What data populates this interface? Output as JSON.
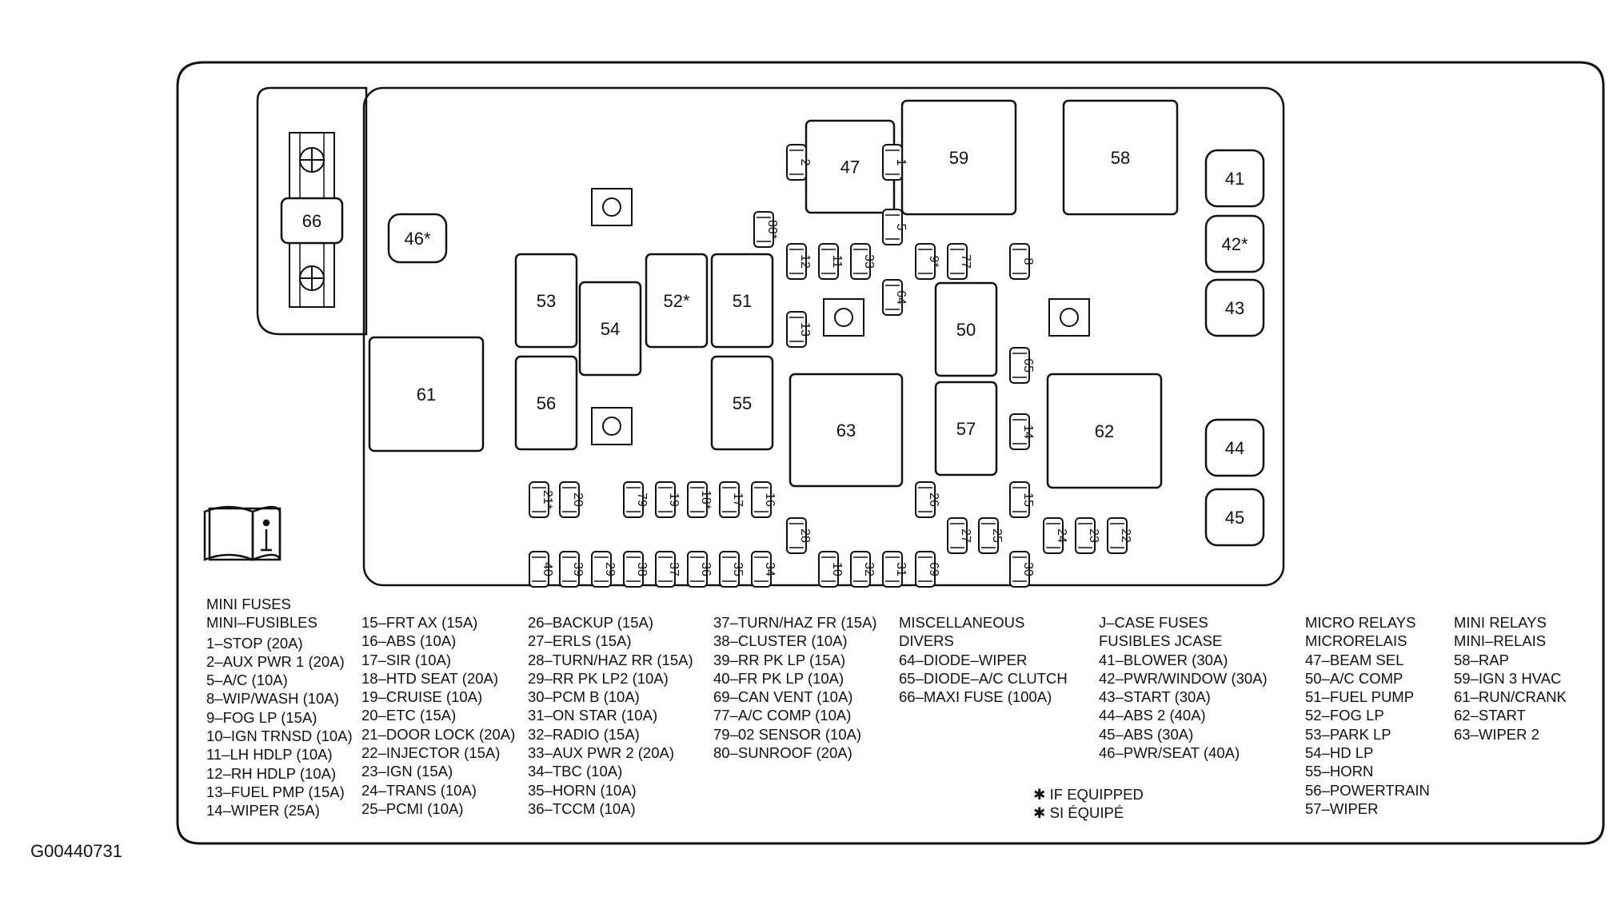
{
  "figure_id": "G00440731",
  "symbols": {
    "manual": "owner-manual-info-icon",
    "star": "✱"
  },
  "maxi_fuse": "66",
  "relays": [
    {
      "id": "47",
      "label": "47"
    },
    {
      "id": "59",
      "label": "59"
    },
    {
      "id": "58",
      "label": "58"
    },
    {
      "id": "41",
      "label": "41"
    },
    {
      "id": "42",
      "label": "42*"
    },
    {
      "id": "43",
      "label": "43"
    },
    {
      "id": "44",
      "label": "44"
    },
    {
      "id": "45",
      "label": "45"
    },
    {
      "id": "46",
      "label": "46*"
    },
    {
      "id": "53",
      "label": "53"
    },
    {
      "id": "54",
      "label": "54"
    },
    {
      "id": "52",
      "label": "52*"
    },
    {
      "id": "51",
      "label": "51"
    },
    {
      "id": "50",
      "label": "50"
    },
    {
      "id": "61",
      "label": "61"
    },
    {
      "id": "56",
      "label": "56"
    },
    {
      "id": "55",
      "label": "55"
    },
    {
      "id": "63",
      "label": "63"
    },
    {
      "id": "57",
      "label": "57"
    },
    {
      "id": "62",
      "label": "62"
    }
  ],
  "fuses": [
    {
      "id": "2",
      "label": "2"
    },
    {
      "id": "1",
      "label": "1"
    },
    {
      "id": "80",
      "label": "80*"
    },
    {
      "id": "5",
      "label": "5"
    },
    {
      "id": "12",
      "label": "12"
    },
    {
      "id": "11",
      "label": "11"
    },
    {
      "id": "33",
      "label": "33"
    },
    {
      "id": "9",
      "label": "9*"
    },
    {
      "id": "77",
      "label": "77"
    },
    {
      "id": "8",
      "label": "8"
    },
    {
      "id": "64",
      "label": "64"
    },
    {
      "id": "13",
      "label": "13"
    },
    {
      "id": "65",
      "label": "65"
    },
    {
      "id": "14",
      "label": "14"
    },
    {
      "id": "21",
      "label": "21*"
    },
    {
      "id": "20",
      "label": "20"
    },
    {
      "id": "79",
      "label": "79"
    },
    {
      "id": "19",
      "label": "19"
    },
    {
      "id": "18",
      "label": "18*"
    },
    {
      "id": "17",
      "label": "17"
    },
    {
      "id": "16",
      "label": "16"
    },
    {
      "id": "26",
      "label": "26"
    },
    {
      "id": "15",
      "label": "15"
    },
    {
      "id": "28",
      "label": "28"
    },
    {
      "id": "27",
      "label": "27"
    },
    {
      "id": "25",
      "label": "25"
    },
    {
      "id": "24",
      "label": "24"
    },
    {
      "id": "23",
      "label": "23"
    },
    {
      "id": "22",
      "label": "22"
    },
    {
      "id": "40",
      "label": "40"
    },
    {
      "id": "39",
      "label": "39"
    },
    {
      "id": "29",
      "label": "29"
    },
    {
      "id": "38",
      "label": "38"
    },
    {
      "id": "37",
      "label": "37"
    },
    {
      "id": "36",
      "label": "36"
    },
    {
      "id": "35",
      "label": "35"
    },
    {
      "id": "34",
      "label": "34"
    },
    {
      "id": "10",
      "label": "10"
    },
    {
      "id": "32",
      "label": "32"
    },
    {
      "id": "31",
      "label": "31"
    },
    {
      "id": "69",
      "label": "69"
    },
    {
      "id": "30",
      "label": "30"
    }
  ],
  "legend": {
    "mini_fuses": {
      "heading": [
        "MINI FUSES",
        "MINI–FUSIBLES"
      ],
      "col1": [
        "1–STOP  (20A)",
        "2–AUX PWR 1  (20A)",
        "5–A/C (10A)",
        "8–WIP/WASH  (10A)",
        "9–FOG LP  (15A)",
        "10–IGN TRNSD  (10A)",
        "11–LH HDLP  (10A)",
        "12–RH HDLP  (10A)",
        "13–FUEL PMP  (15A)",
        "14–WIPER  (25A)"
      ],
      "col2": [
        "15–FRT AX  (15A)",
        "16–ABS  (10A)",
        "17–SIR  (10A)",
        "18–HTD SEAT  (20A)",
        "19–CRUISE  (10A)",
        "20–ETC  (15A)",
        "21–DOOR LOCK  (20A)",
        "22–INJECTOR  (15A)",
        "23–IGN  (15A)",
        "24–TRANS  (10A)",
        "25–PCMI  (10A)"
      ],
      "col3": [
        "26–BACKUP  (15A)",
        "27–ERLS  (15A)",
        "28–TURN/HAZ RR  (15A)",
        "29–RR PK LP2  (10A)",
        "30–PCM B  (10A)",
        "31–ON STAR  (10A)",
        "32–RADIO  (15A)",
        "33–AUX PWR 2  (20A)",
        "34–TBC  (10A)",
        "35–HORN  (10A)",
        "36–TCCM  (10A)"
      ],
      "col4": [
        "37–TURN/HAZ FR  (15A)",
        "38–CLUSTER  (10A)",
        "39–RR PK LP  (15A)",
        "40–FR PK LP  (10A)",
        "69–CAN VENT  (10A)",
        "77–A/C COMP  (10A)",
        "79–02 SENSOR  (10A)",
        "80–SUNROOF  (20A)"
      ]
    },
    "misc": {
      "heading": [
        "MISCELLANEOUS",
        "DIVERS"
      ],
      "items": [
        "64–DIODE–WIPER",
        "65–DIODE–A/C CLUTCH",
        "66–MAXI FUSE  (100A)"
      ]
    },
    "jcase": {
      "heading": [
        "J–CASE FUSES",
        "FUSIBLES JCASE"
      ],
      "items": [
        "41–BLOWER  (30A)",
        "42–PWR/WINDOW  (30A)",
        "43–START  (30A)",
        "44–ABS 2  (40A)",
        "45–ABS  (30A)",
        "46–PWR/SEAT  (40A)"
      ]
    },
    "micro_relays": {
      "heading": [
        "MICRO RELAYS",
        "MICRORELAIS"
      ],
      "items": [
        "47–BEAM SEL",
        "50–A/C COMP",
        "51–FUEL PUMP",
        "52–FOG LP",
        "53–PARK LP",
        "54–HD LP",
        "55–HORN",
        "56–POWERTRAIN",
        "57–WIPER"
      ]
    },
    "mini_relays": {
      "heading": [
        "MINI RELAYS",
        "MINI–RELAIS"
      ],
      "items": [
        "58–RAP",
        "59–IGN 3 HVAC",
        "61–RUN/CRANK",
        "62–START",
        "63–WIPER 2"
      ]
    },
    "footnote": [
      "✱ IF EQUIPPED",
      "✱ SI ÉQUIPÉ"
    ]
  }
}
